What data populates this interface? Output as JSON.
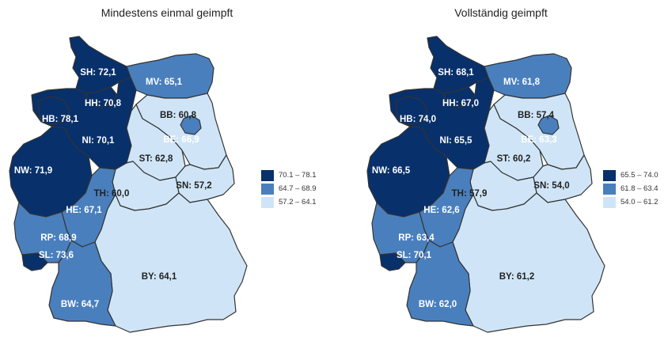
{
  "colors": {
    "dark": "#08306b",
    "medium": "#4a7fbd",
    "light": "#cfe5f7",
    "label_on_dark": "#ffffff",
    "label_on_light": "#222222",
    "border": "#333333"
  },
  "maps": [
    {
      "title": "Mindestens einmal geimpft",
      "legend": [
        {
          "label": "70.1 – 78.1",
          "class": "dark"
        },
        {
          "label": "64.7 – 68.9",
          "class": "medium"
        },
        {
          "label": "57.2 – 64.1",
          "class": "light"
        }
      ],
      "states": {
        "SH": {
          "label": "SH: 72,1",
          "value": 72.1,
          "class": "dark"
        },
        "HH": {
          "label": "HH: 70,8",
          "value": 70.8,
          "class": "dark"
        },
        "MV": {
          "label": "MV: 65,1",
          "value": 65.1,
          "class": "medium"
        },
        "HB": {
          "label": "HB: 78,1",
          "value": 78.1,
          "class": "dark"
        },
        "NI": {
          "label": "NI: 70,1",
          "value": 70.1,
          "class": "dark"
        },
        "BB": {
          "label": "BB: 60,8",
          "value": 60.8,
          "class": "light"
        },
        "BE": {
          "label": "BE: 66,9",
          "value": 66.9,
          "class": "medium"
        },
        "ST": {
          "label": "ST: 62,8",
          "value": 62.8,
          "class": "light"
        },
        "NW": {
          "label": "NW: 71,9",
          "value": 71.9,
          "class": "dark"
        },
        "SN": {
          "label": "SN: 57,2",
          "value": 57.2,
          "class": "light"
        },
        "TH": {
          "label": "TH: 60,0",
          "value": 60.0,
          "class": "light"
        },
        "HE": {
          "label": "HE: 67,1",
          "value": 67.1,
          "class": "medium"
        },
        "RP": {
          "label": "RP: 68,9",
          "value": 68.9,
          "class": "medium"
        },
        "SL": {
          "label": "SL: 73,6",
          "value": 73.6,
          "class": "dark"
        },
        "BY": {
          "label": "BY: 64,1",
          "value": 64.1,
          "class": "light"
        },
        "BW": {
          "label": "BW: 64,7",
          "value": 64.7,
          "class": "medium"
        }
      }
    },
    {
      "title": "Vollständig geimpft",
      "legend": [
        {
          "label": "65.5 – 74.0",
          "class": "dark"
        },
        {
          "label": "61.8 – 63.4",
          "class": "medium"
        },
        {
          "label": "54.0 – 61.2",
          "class": "light"
        }
      ],
      "states": {
        "SH": {
          "label": "SH: 68,1",
          "value": 68.1,
          "class": "dark"
        },
        "HH": {
          "label": "HH: 67,0",
          "value": 67.0,
          "class": "dark"
        },
        "MV": {
          "label": "MV: 61,8",
          "value": 61.8,
          "class": "medium"
        },
        "HB": {
          "label": "HB: 74,0",
          "value": 74.0,
          "class": "dark"
        },
        "NI": {
          "label": "NI: 65,5",
          "value": 65.5,
          "class": "dark"
        },
        "BB": {
          "label": "BB: 57,4",
          "value": 57.4,
          "class": "light"
        },
        "BE": {
          "label": "BE: 63,3",
          "value": 63.3,
          "class": "medium"
        },
        "ST": {
          "label": "ST: 60,2",
          "value": 60.2,
          "class": "light"
        },
        "NW": {
          "label": "NW: 66,5",
          "value": 66.5,
          "class": "dark"
        },
        "SN": {
          "label": "SN: 54,0",
          "value": 54.0,
          "class": "light"
        },
        "TH": {
          "label": "TH: 57,9",
          "value": 57.9,
          "class": "light"
        },
        "HE": {
          "label": "HE: 62,6",
          "value": 62.6,
          "class": "medium"
        },
        "RP": {
          "label": "RP: 63,4",
          "value": 63.4,
          "class": "medium"
        },
        "SL": {
          "label": "SL: 70,1",
          "value": 70.1,
          "class": "dark"
        },
        "BY": {
          "label": "BY: 61,2",
          "value": 61.2,
          "class": "light"
        },
        "BW": {
          "label": "BW: 62,0",
          "value": 62.0,
          "class": "medium"
        }
      }
    }
  ]
}
